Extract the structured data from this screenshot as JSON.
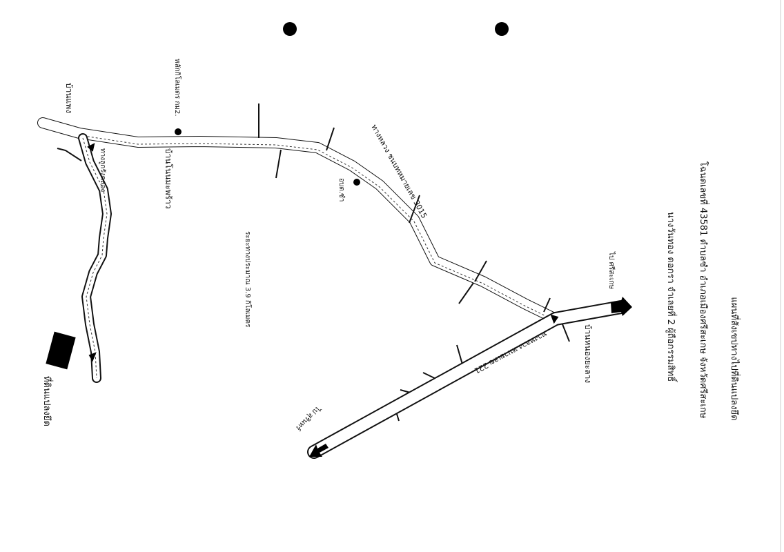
{
  "title": "แผนที่สังเขปทางไปที่ดินแปลงยึด",
  "subtitle_1": "โฉนดเลขที่ 43581 ตำบลซำ อำเภอเมืองศรีสะเกษ จังหวัดศรีสะเกษ",
  "subtitle_2": "นางวันทอง ดอกรา จำเลยที่ 2 ผู้ถือกรรมสิทธิ์",
  "places": {
    "ban_phang": "บ้านแพง",
    "ban_non_maphrao": "บ้านโนนมะพร้าว",
    "ban_nong_ya_lang": "บ้านหนองยะลาง",
    "km_marker": "หลักกิโลเมตร กม2.",
    "tambon_office": "อบต.ซำ",
    "dirt_road": "ทางลูกรังคลอง",
    "distance_note": "ระยะทางประมาณ 3.9 กิโลเมตร",
    "to_sisaket": "ไป ศรีสะเกษ",
    "to_surin": "ไป สุรินทร์",
    "parcel": "ที่ดินแปลงยึด"
  },
  "roads": {
    "road_3015": "ทางหลวง ชนบทหมายเลข 3015",
    "highway_221": "ทางหลวง หมายเลข 221"
  }
}
